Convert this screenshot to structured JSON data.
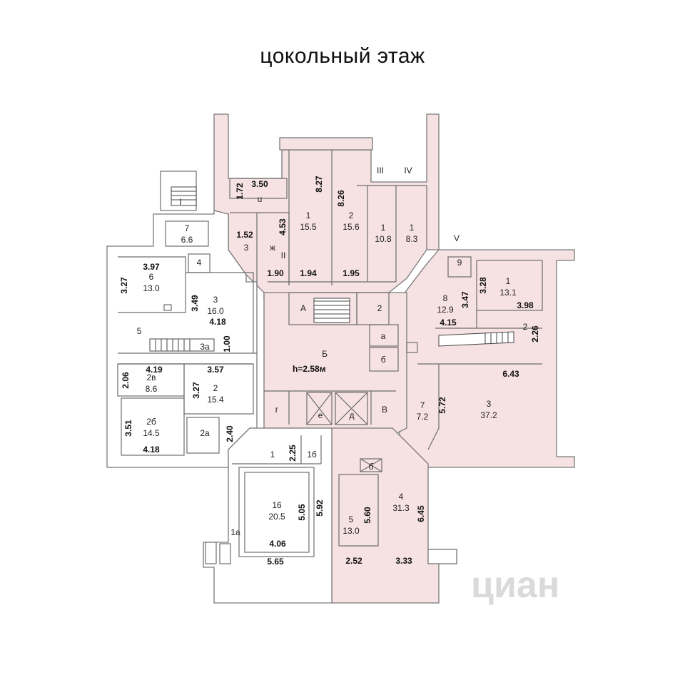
{
  "title": "цокольный этаж",
  "watermark": "циан",
  "height_label": "h=2.58м",
  "rooms": [
    {
      "id": "r7l",
      "num": "7",
      "area": "6.6"
    },
    {
      "id": "r4l",
      "num": "4",
      "area": ""
    },
    {
      "id": "r6l",
      "num": "6",
      "area": "13.0"
    },
    {
      "id": "r3l",
      "num": "3",
      "area": "16.0"
    },
    {
      "id": "r5l",
      "num": "5",
      "area": ""
    },
    {
      "id": "r3a",
      "num": "3а",
      "area": ""
    },
    {
      "id": "r2v",
      "num": "2в",
      "area": "8.6"
    },
    {
      "id": "r2l",
      "num": "2",
      "area": "15.4"
    },
    {
      "id": "r2b",
      "num": "2б",
      "area": "14.5"
    },
    {
      "id": "r2a",
      "num": "2а",
      "area": ""
    },
    {
      "id": "r1c",
      "num": "1",
      "area": ""
    },
    {
      "id": "r1b",
      "num": "1б",
      "area": ""
    },
    {
      "id": "r16",
      "num": "16",
      "area": "20.5"
    },
    {
      "id": "r1a",
      "num": "1а",
      "area": ""
    },
    {
      "id": "rT1",
      "num": "1",
      "area": "15.5"
    },
    {
      "id": "rT2",
      "num": "2",
      "area": "15.6"
    },
    {
      "id": "rT3",
      "num": "1",
      "area": "10.8"
    },
    {
      "id": "rT4",
      "num": "1",
      "area": "8.3"
    },
    {
      "id": "rR8",
      "num": "8",
      "area": "12.9"
    },
    {
      "id": "rR1",
      "num": "1",
      "area": "13.1"
    },
    {
      "id": "rR3",
      "num": "3",
      "area": "37.2"
    },
    {
      "id": "rR7",
      "num": "7",
      "area": "7.2"
    },
    {
      "id": "rB5",
      "num": "5",
      "area": "13.0"
    },
    {
      "id": "rB4",
      "num": "4",
      "area": "31.3"
    }
  ],
  "letters": {
    "A": "А",
    "B": "Б",
    "V": "В",
    "G": "г",
    "E": "е",
    "D": "д",
    "a": "а",
    "b6": "б",
    "two": "2",
    "nine": "9",
    "two_r": "2",
    "three_s": "3",
    "zh": "ж",
    "ii": "II",
    "u": "u",
    "b_elev": "б"
  },
  "roman": {
    "III": "III",
    "IV": "IV",
    "V": "V",
    "I": "I"
  },
  "dims": {
    "d350": "3.50",
    "d172": "1.72",
    "d827": "8.27",
    "d826": "8.26",
    "d152": "1.52",
    "d453": "4.53",
    "d190": "1.90",
    "d194": "1.94",
    "d195": "1.95",
    "d397": "3.97",
    "d327a": "3.27",
    "d349": "3.49",
    "d418a": "4.18",
    "d100": "1.00",
    "d419": "4.19",
    "d357": "3.57",
    "d206": "2.06",
    "d327b": "3.27",
    "d351": "3.51",
    "d418b": "4.18",
    "d240": "2.40",
    "d225": "2.25",
    "d505": "5.05",
    "d592": "5.92",
    "d406": "4.06",
    "d565": "5.65",
    "d328": "3.28",
    "d347": "3.47",
    "d398": "3.98",
    "d415": "4.15",
    "d226": "2.26",
    "d643": "6.43",
    "d572": "5.72",
    "d560": "5.60",
    "d645": "6.45",
    "d252": "2.52",
    "d333": "3.33"
  }
}
